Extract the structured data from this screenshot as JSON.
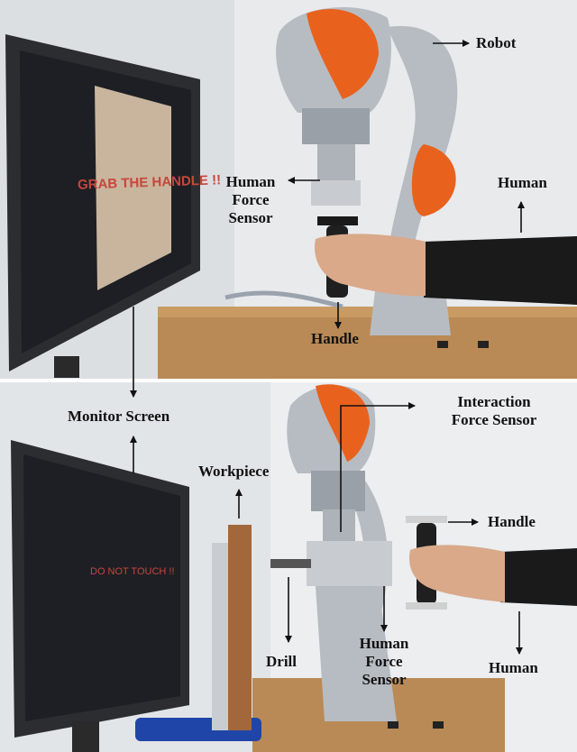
{
  "top_panel": {
    "screen_message": "GRAB THE HANDLE !!",
    "labels": {
      "robot": "Robot",
      "human_force_sensor": [
        "Human",
        "Force",
        "Sensor"
      ],
      "human": "Human",
      "handle": "Handle"
    }
  },
  "bottom_panel": {
    "screen_message": "DO NOT TOUCH !!",
    "labels": {
      "monitor_screen": "Monitor Screen",
      "interaction_force_sensor": [
        "Interaction",
        "Force Sensor"
      ],
      "workpiece": "Workpiece",
      "handle": "Handle",
      "drill": "Drill",
      "human_force_sensor": [
        "Human",
        "Force",
        "Sensor"
      ],
      "human": "Human"
    }
  },
  "colors": {
    "robot_orange": "#e8621e",
    "robot_gray": "#b7bcc2",
    "table_wood": "#b98a55",
    "screen_dark": "#1d1f24",
    "label_text": "#111111",
    "screen_warning": "#c8463c"
  }
}
